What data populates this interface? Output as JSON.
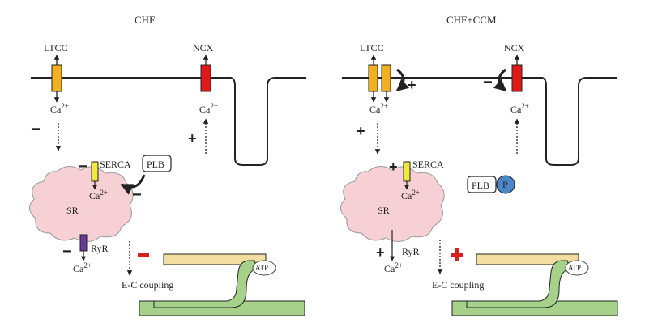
{
  "panels": [
    {
      "title": "CHF",
      "ltcc": "LTCC",
      "ncx": "NCX",
      "ca_ltcc": "Ca",
      "ca_ncx": "Ca",
      "serca": "SERCA",
      "plb": "PLB",
      "ca_serca": "Ca",
      "sr": "SR",
      "ryr": "RyR",
      "ca_ryr": "Ca",
      "ec": "E-C coupling",
      "atp": "ATP",
      "superscript": "2+",
      "signs": {
        "ltcc_flux": "−",
        "ncx_flux": "+",
        "serca": "−",
        "plb_effect": "−",
        "ryr": "−",
        "ec": "−"
      }
    },
    {
      "title": "CHF+CCM",
      "ltcc": "LTCC",
      "ncx": "NCX",
      "ca_ltcc": "Ca",
      "ca_ncx": "Ca",
      "serca": "SERCA",
      "plb": "PLB",
      "phospho": "P",
      "ca_serca": "Ca",
      "sr": "SR",
      "ryr": "RyR",
      "ca_ryr": "Ca",
      "ec": "E-C coupling",
      "atp": "ATP",
      "superscript": "2+",
      "signs": {
        "ltcc_mod": "+",
        "ncx_mod": "−",
        "ltcc_flux": "+",
        "serca": "+",
        "ryr": "+",
        "ec": "+"
      }
    }
  ],
  "colors": {
    "ltcc": "#f0b020",
    "ncx": "#e01818",
    "serca": "#f0e83a",
    "ryr": "#6a3a9a",
    "sr_fill": "#f6d0d4",
    "myo_thin": "#f2dea0",
    "myo_thick": "#a6d18a",
    "phospho": "#4a86c8",
    "red_sign": "#d42020"
  }
}
